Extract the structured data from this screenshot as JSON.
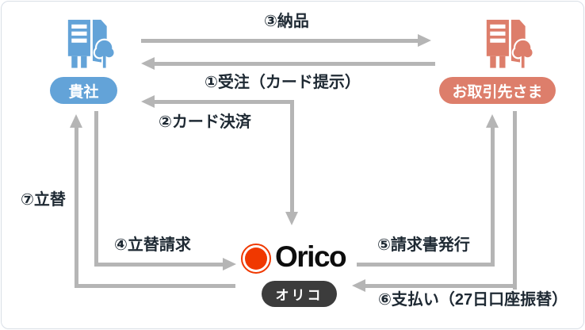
{
  "diagram": {
    "entities": {
      "company": {
        "label": "貴社",
        "color": "#63a3d8"
      },
      "partner": {
        "label": "お取引先さま",
        "color": "#dd7e6b"
      },
      "orico": {
        "logo_text": "Orico",
        "pill_label": "オリコ",
        "logo_color": "#f03800",
        "pill_color": "#3c3c3c"
      }
    },
    "steps": {
      "s1": "①受注（カード提示）",
      "s2": "②カード決済",
      "s3": "③納品",
      "s4": "④立替請求",
      "s5": "⑤請求書発行",
      "s6": "⑥支払い（27日口座振替）",
      "s7": "⑦立替"
    },
    "flows": [
      {
        "step": "③納品",
        "from": "貴社",
        "to": "お取引先さま"
      },
      {
        "step": "①受注（カード提示）",
        "from": "お取引先さま",
        "to": "貴社"
      },
      {
        "step": "②カード決済",
        "from": "貴社",
        "to": "オリコ"
      },
      {
        "step": "④立替請求",
        "from": "貴社",
        "to": "オリコ"
      },
      {
        "step": "⑤請求書発行",
        "from": "オリコ",
        "to": "お取引先さま"
      },
      {
        "step": "⑥支払い（27日口座振替）",
        "from": "お取引先さま",
        "to": "オリコ"
      },
      {
        "step": "⑦立替",
        "from": "オリコ",
        "to": "貴社"
      }
    ],
    "arrow_color": "#b5b5b5",
    "text_color": "#1e2933",
    "border_color": "#d9dfe6"
  }
}
